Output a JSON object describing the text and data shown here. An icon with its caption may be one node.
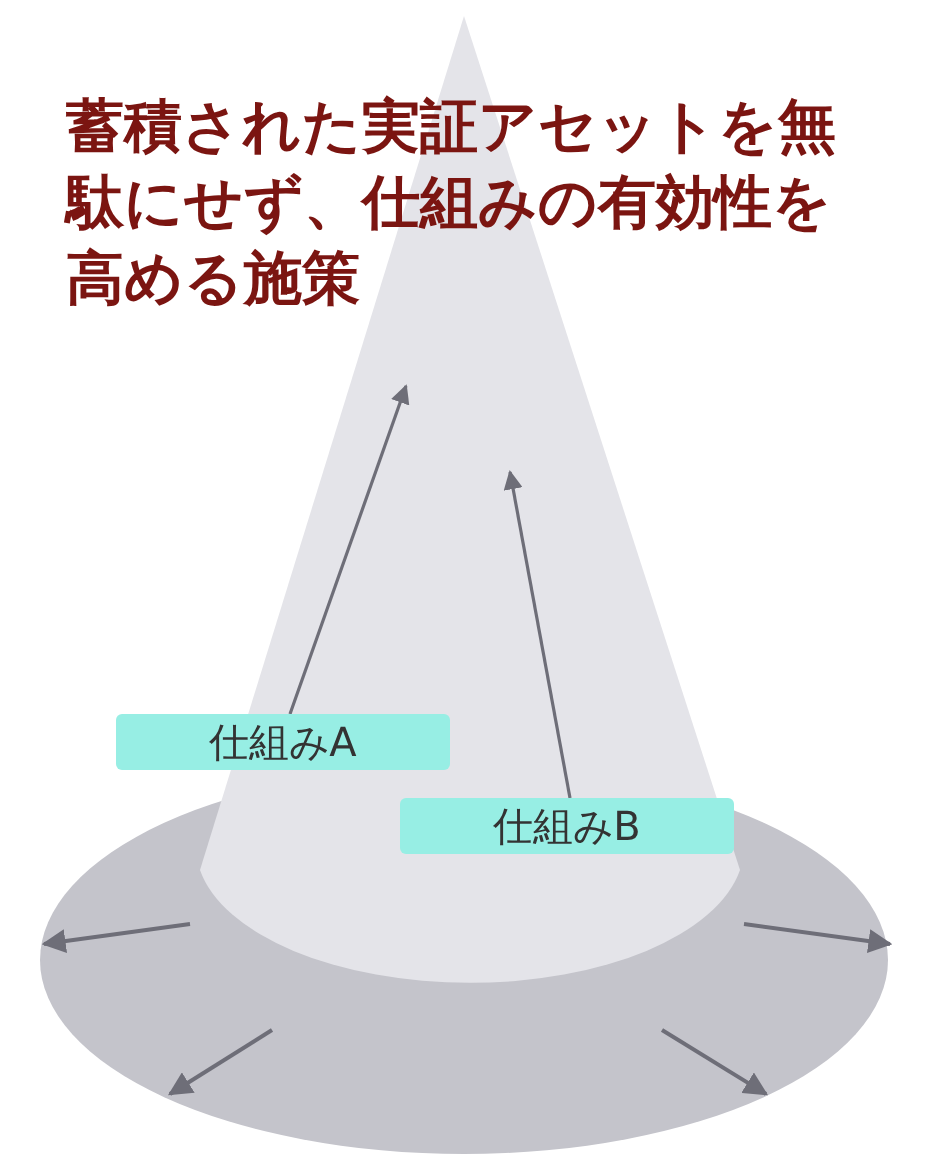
{
  "diagram": {
    "title": "蓄積された実証アセットを無駄にせず、仕組みの有効性を高める施策",
    "nodes": [
      {
        "text": [
          "仕組みA"
        ]
      },
      {
        "text": [
          "仕組みB"
        ]
      }
    ],
    "edges": [
      {
        "from": 0,
        "to": null,
        "arrow": "to"
      },
      {
        "from": 1,
        "to": null,
        "arrow": "to"
      }
    ]
  }
}
